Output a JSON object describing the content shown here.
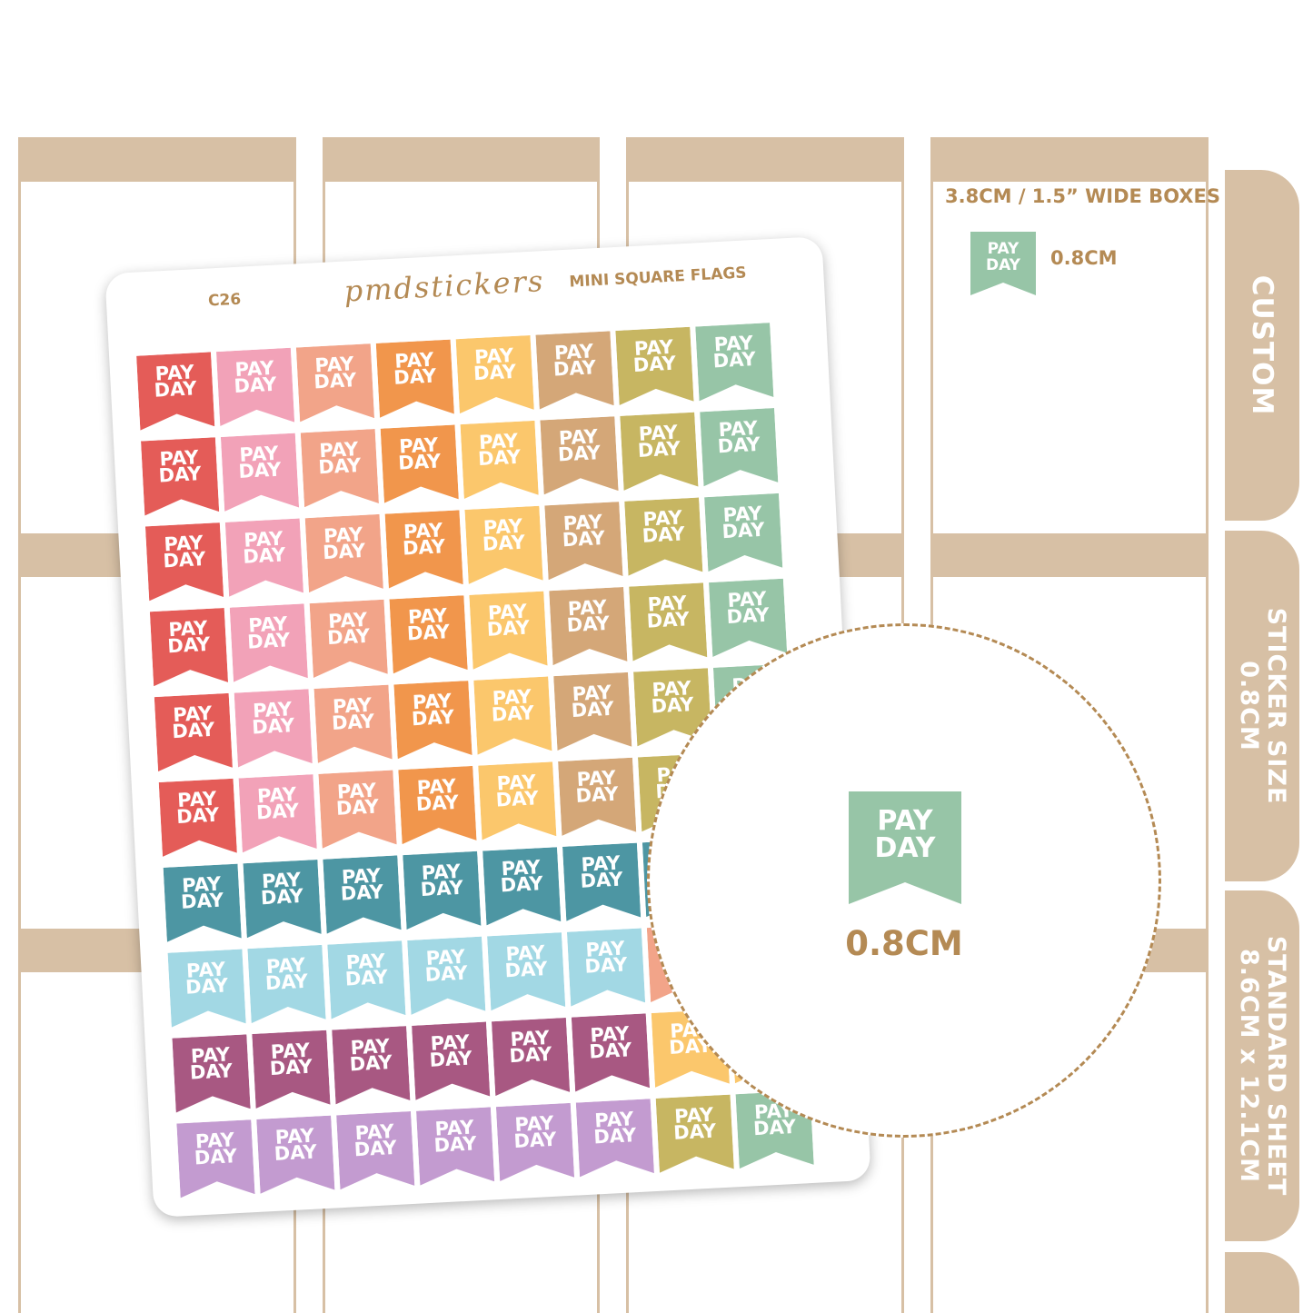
{
  "info_box": {
    "heading": "3.8CM / 1.5” WIDE BOXES",
    "sample_flag": "PAY DAY",
    "size": "0.8CM"
  },
  "side_tabs": {
    "custom": "CUSTOM",
    "sticker_size": {
      "line1": "STICKER SIZE",
      "line2": "0.8CM"
    },
    "standard_sheet": {
      "line1": "STANDARD SHEET",
      "line2": "8.6CM x 12.1CM"
    }
  },
  "sheet": {
    "code": "C26",
    "logo": "pmdstickers",
    "title": "MINI SQUARE FLAGS",
    "flag_text": "PAY DAY",
    "rows": [
      [
        "#e45c58",
        "#f2a2b8",
        "#f2a489",
        "#f1964c",
        "#fbc76c",
        "#d4a778",
        "#c7b662",
        "#97c5a7"
      ],
      [
        "#e45c58",
        "#f2a2b8",
        "#f2a489",
        "#f1964c",
        "#fbc76c",
        "#d4a778",
        "#c7b662",
        "#97c5a7"
      ],
      [
        "#e45c58",
        "#f2a2b8",
        "#f2a489",
        "#f1964c",
        "#fbc76c",
        "#d4a778",
        "#c7b662",
        "#97c5a7"
      ],
      [
        "#e45c58",
        "#f2a2b8",
        "#f2a489",
        "#f1964c",
        "#fbc76c",
        "#d4a778",
        "#c7b662",
        "#97c5a7"
      ],
      [
        "#e45c58",
        "#f2a2b8",
        "#f2a489",
        "#f1964c",
        "#fbc76c",
        "#d4a778",
        "#c7b662",
        "#97c5a7"
      ],
      [
        "#e45c58",
        "#f2a2b8",
        "#f2a489",
        "#f1964c",
        "#fbc76c",
        "#d4a778",
        "#c7b662",
        "#97c5a7"
      ],
      [
        "#4d96a3",
        "#4d96a3",
        "#4d96a3",
        "#4d96a3",
        "#4d96a3",
        "#4d96a3",
        "#4d96a3",
        "#4d96a3"
      ],
      [
        "#a2d8e4",
        "#a2d8e4",
        "#a2d8e4",
        "#a2d8e4",
        "#a2d8e4",
        "#a2d8e4",
        "#f2a489",
        "#f2a489"
      ],
      [
        "#a85882",
        "#a85882",
        "#a85882",
        "#a85882",
        "#a85882",
        "#a85882",
        "#fbc76c",
        "#fbc76c"
      ],
      [
        "#c39bd0",
        "#c39bd0",
        "#c39bd0",
        "#c39bd0",
        "#c39bd0",
        "#c39bd0",
        "#c7b662",
        "#97c5a7"
      ]
    ]
  },
  "zoom": {
    "flag_text": "PAY DAY",
    "size": "0.8CM"
  },
  "colors": {
    "planner_tan": "#d7c0a5",
    "label_brown": "#b48a54",
    "sage_flag": "#97c5a7"
  }
}
